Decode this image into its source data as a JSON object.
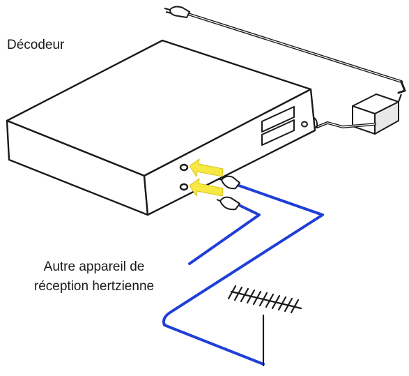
{
  "labels": {
    "decoder": "Décodeur",
    "other_device_line1": "Autre appareil de",
    "other_device_line2": "réception hertzienne"
  },
  "colors": {
    "outline": "#1a1a1a",
    "box_fill": "#ffffff",
    "coax_cable": "#1f3fd6",
    "arrow": "#f7e842",
    "arrow_edge": "#d8c21a"
  },
  "icons": {
    "power_plug": "plug-icon",
    "power_adapter": "adapter-icon",
    "antenna": "antenna-icon",
    "arrows": "arrow-right-icon"
  }
}
